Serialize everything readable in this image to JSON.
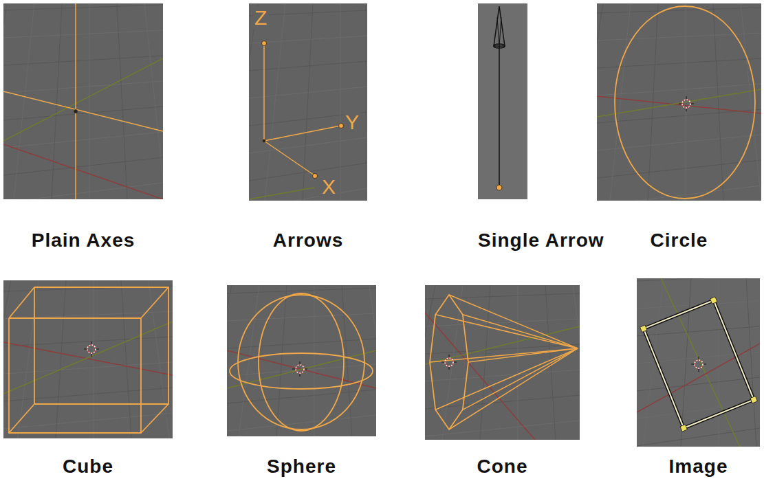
{
  "diagram": {
    "nodes": [
      {
        "text": [
          "Plain Axes"
        ]
      },
      {
        "text": [
          "Arrows"
        ]
      },
      {
        "text": [
          "Single Arrow"
        ]
      },
      {
        "text": [
          "Circle"
        ]
      },
      {
        "text": [
          "Cube"
        ]
      },
      {
        "text": [
          "Sphere"
        ]
      },
      {
        "text": [
          "Cone"
        ]
      },
      {
        "text": [
          "Image"
        ]
      }
    ],
    "labels": [
      "Z",
      "Y",
      "X"
    ]
  }
}
